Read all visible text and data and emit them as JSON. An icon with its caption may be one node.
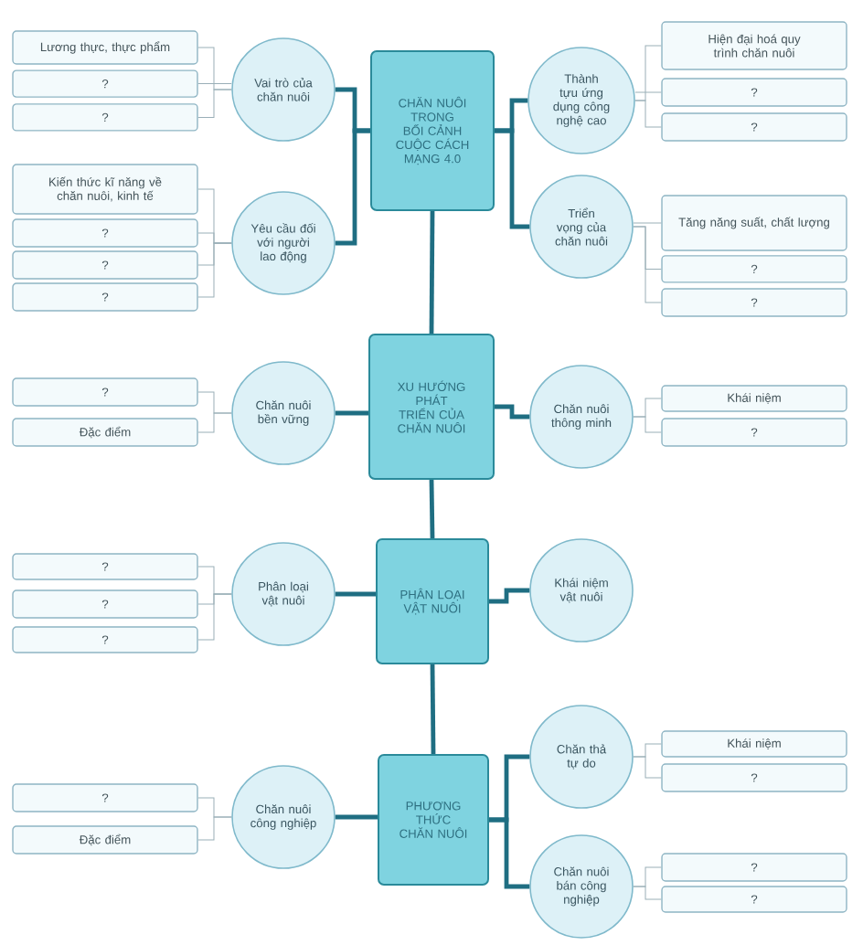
{
  "diagram": {
    "nodes": [
      {
        "text": [
          "CHĂN NUÔI TRONG BỐI CẢNH CUỘC CÁCH MẠNG 4.0"
        ]
      },
      {
        "text": [
          "Vai trò của chăn nuôi"
        ]
      },
      {
        "text": [
          "Lương thực, thực phẩm"
        ]
      },
      {
        "text": [
          "?"
        ]
      },
      {
        "text": [
          "?"
        ]
      },
      {
        "text": [
          "Yêu cầu đối với người lao động"
        ]
      },
      {
        "text": [
          "Kiến thức kĩ năng về chăn nuôi, kinh tế"
        ]
      },
      {
        "text": [
          "?"
        ]
      },
      {
        "text": [
          "?"
        ]
      },
      {
        "text": [
          "?"
        ]
      },
      {
        "text": [
          "Thành tựu ứng dụng công nghệ cao"
        ]
      },
      {
        "text": [
          "Hiện đại hoá quy trình chăn nuôi"
        ]
      },
      {
        "text": [
          "?"
        ]
      },
      {
        "text": [
          "?"
        ]
      },
      {
        "text": [
          "Triển vọng của chăn nuôi"
        ]
      },
      {
        "text": [
          "Tăng năng suất, chất lượng"
        ]
      },
      {
        "text": [
          "?"
        ]
      },
      {
        "text": [
          "?"
        ]
      },
      {
        "text": [
          "XU HƯỚNG PHÁT TRIỂN CỦA CHĂN NUÔI"
        ]
      },
      {
        "text": [
          "Chăn nuôi bền vững"
        ]
      },
      {
        "text": [
          "?"
        ]
      },
      {
        "text": [
          "Đặc điểm"
        ]
      },
      {
        "text": [
          "Chăn nuôi thông minh"
        ]
      },
      {
        "text": [
          "Khái niệm"
        ]
      },
      {
        "text": [
          "?"
        ]
      },
      {
        "text": [
          "PHÂN LOẠI VẬT NUÔI"
        ]
      },
      {
        "text": [
          "Phân loại vật nuôi"
        ]
      },
      {
        "text": [
          "?"
        ]
      },
      {
        "text": [
          "?"
        ]
      },
      {
        "text": [
          "?"
        ]
      },
      {
        "text": [
          "Khái niệm vật nuôi"
        ]
      },
      {
        "text": [
          "PHƯƠNG THỨC CHĂN NUÔI"
        ]
      },
      {
        "text": [
          "Chăn nuôi công nghiệp"
        ]
      },
      {
        "text": [
          "?"
        ]
      },
      {
        "text": [
          "Đặc điểm"
        ]
      },
      {
        "text": [
          "Chăn thả tự do"
        ]
      },
      {
        "text": [
          "Khái niệm"
        ]
      },
      {
        "text": [
          "?"
        ]
      },
      {
        "text": [
          "Chăn nuôi bán công nghiệp"
        ]
      },
      {
        "text": [
          "?"
        ]
      },
      {
        "text": [
          "?"
        ]
      }
    ],
    "edges": [
      {
        "from": 0,
        "to": 18,
        "arrow": "none",
        "style": "thick",
        "color": "#1f6e82"
      },
      {
        "from": 18,
        "to": 25,
        "arrow": "none",
        "style": "thick",
        "color": "#1f6e82"
      },
      {
        "from": 25,
        "to": 31,
        "arrow": "none",
        "style": "thick",
        "color": "#1f6e82"
      },
      {
        "from": 0,
        "to": 1,
        "arrow": "none",
        "style": "thick",
        "color": "#1f6e82"
      },
      {
        "from": 0,
        "to": 5,
        "arrow": "none",
        "style": "thick",
        "color": "#1f6e82"
      },
      {
        "from": 0,
        "to": 10,
        "arrow": "none",
        "style": "thick",
        "color": "#1f6e82"
      },
      {
        "from": 0,
        "to": 14,
        "arrow": "none",
        "style": "thick",
        "color": "#1f6e82"
      },
      {
        "from": 18,
        "to": 19,
        "arrow": "none",
        "style": "thick",
        "color": "#1f6e82"
      },
      {
        "from": 18,
        "to": 22,
        "arrow": "none",
        "style": "thick",
        "color": "#1f6e82"
      },
      {
        "from": 25,
        "to": 26,
        "arrow": "none",
        "style": "thick",
        "color": "#1f6e82"
      },
      {
        "from": 25,
        "to": 30,
        "arrow": "none",
        "style": "thick",
        "color": "#1f6e82"
      },
      {
        "from": 31,
        "to": 32,
        "arrow": "none",
        "style": "thick",
        "color": "#1f6e82"
      },
      {
        "from": 31,
        "to": 35,
        "arrow": "none",
        "style": "thick",
        "color": "#1f6e82"
      },
      {
        "from": 31,
        "to": 38,
        "arrow": "none",
        "style": "thick",
        "color": "#1f6e82"
      },
      {
        "from": 1,
        "to": 2,
        "arrow": "none"
      },
      {
        "from": 1,
        "to": 3,
        "arrow": "none"
      },
      {
        "from": 1,
        "to": 4,
        "arrow": "none"
      },
      {
        "from": 5,
        "to": 6,
        "arrow": "none"
      },
      {
        "from": 5,
        "to": 7,
        "arrow": "none"
      },
      {
        "from": 5,
        "to": 8,
        "arrow": "none"
      },
      {
        "from": 5,
        "to": 9,
        "arrow": "none"
      },
      {
        "from": 10,
        "to": 11,
        "arrow": "none"
      },
      {
        "from": 10,
        "to": 12,
        "arrow": "none"
      },
      {
        "from": 10,
        "to": 13,
        "arrow": "none"
      },
      {
        "from": 14,
        "to": 15,
        "arrow": "none"
      },
      {
        "from": 14,
        "to": 16,
        "arrow": "none"
      },
      {
        "from": 14,
        "to": 17,
        "arrow": "none"
      },
      {
        "from": 19,
        "to": 20,
        "arrow": "none"
      },
      {
        "from": 19,
        "to": 21,
        "arrow": "none"
      },
      {
        "from": 22,
        "to": 23,
        "arrow": "none"
      },
      {
        "from": 22,
        "to": 24,
        "arrow": "none"
      },
      {
        "from": 26,
        "to": 27,
        "arrow": "none"
      },
      {
        "from": 26,
        "to": 28,
        "arrow": "none"
      },
      {
        "from": 26,
        "to": 29,
        "arrow": "none"
      },
      {
        "from": 32,
        "to": 33,
        "arrow": "none"
      },
      {
        "from": 32,
        "to": 34,
        "arrow": "none"
      },
      {
        "from": 35,
        "to": 36,
        "arrow": "none"
      },
      {
        "from": 35,
        "to": 37,
        "arrow": "none"
      },
      {
        "from": 38,
        "to": 39,
        "arrow": "none"
      },
      {
        "from": 38,
        "to": 40,
        "arrow": "none"
      }
    ]
  }
}
